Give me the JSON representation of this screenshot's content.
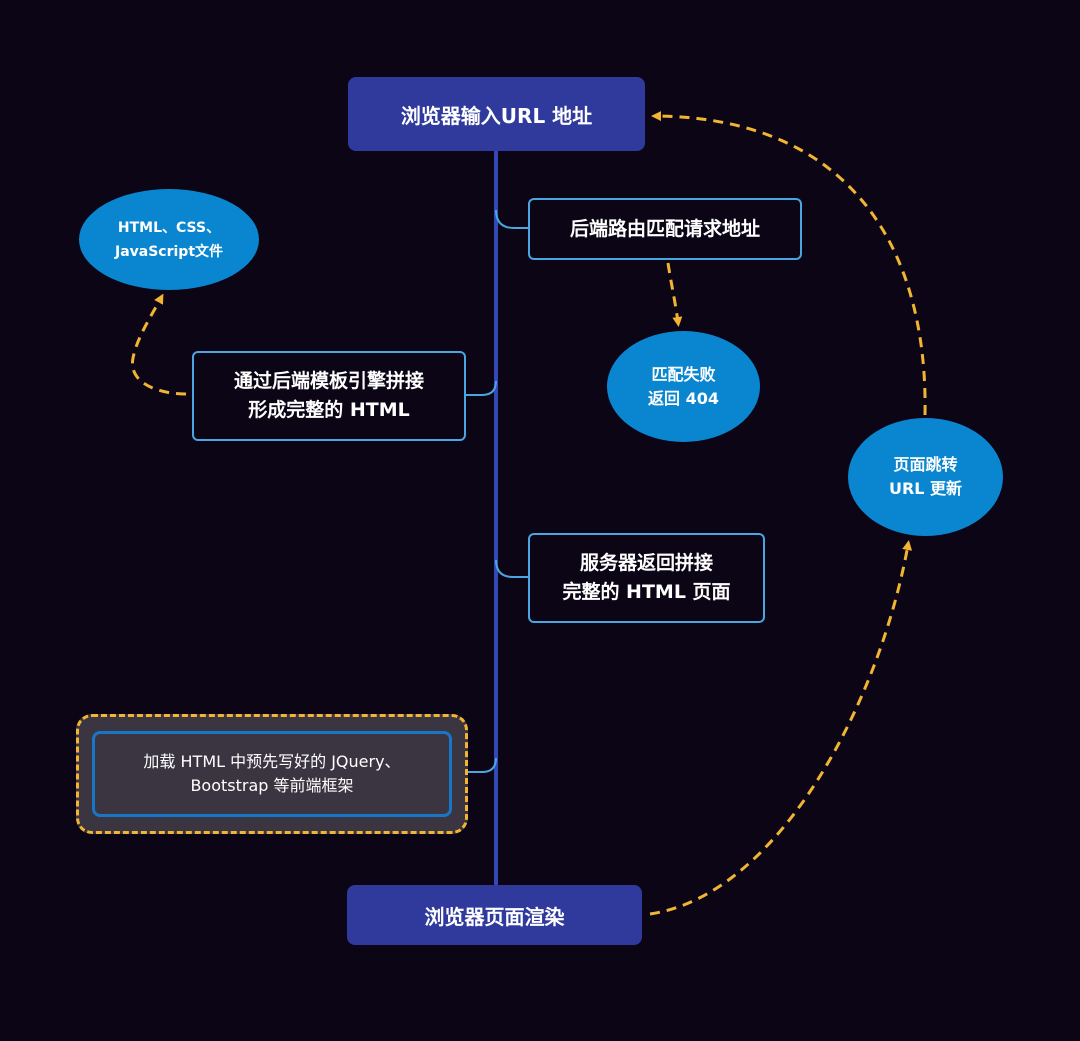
{
  "nodes": {
    "top": {
      "label": "浏览器输入URL 地址"
    },
    "bottom": {
      "label": "浏览器页面渲染"
    },
    "route": {
      "label": "后端路由匹配请求地址"
    },
    "template": {
      "line1": "通过后端模板引擎拼接",
      "line2": "形成完整的 HTML"
    },
    "server_return": {
      "line1": "服务器返回拼接",
      "line2": "完整的 HTML 页面"
    },
    "static_files": {
      "line1": "HTML、CSS、",
      "line2": "JavaScript文件"
    },
    "not_found": {
      "line1": "匹配失败",
      "line2": "返回 404"
    },
    "page_jump": {
      "line1": "页面跳转",
      "line2": "URL 更新"
    },
    "load_frameworks": {
      "line1": "加载 HTML 中预先写好的 JQuery、",
      "line2": "Bootstrap 等前端框架"
    }
  },
  "colors": {
    "background": "#0b0515",
    "main_box": "#2f3a9c",
    "step_border": "#4aa6e0",
    "ellipse": "#0a86d0",
    "dashed_arrow": "#f2b533",
    "spine": "#3349b5",
    "highlight_fill": "#3a3541"
  }
}
